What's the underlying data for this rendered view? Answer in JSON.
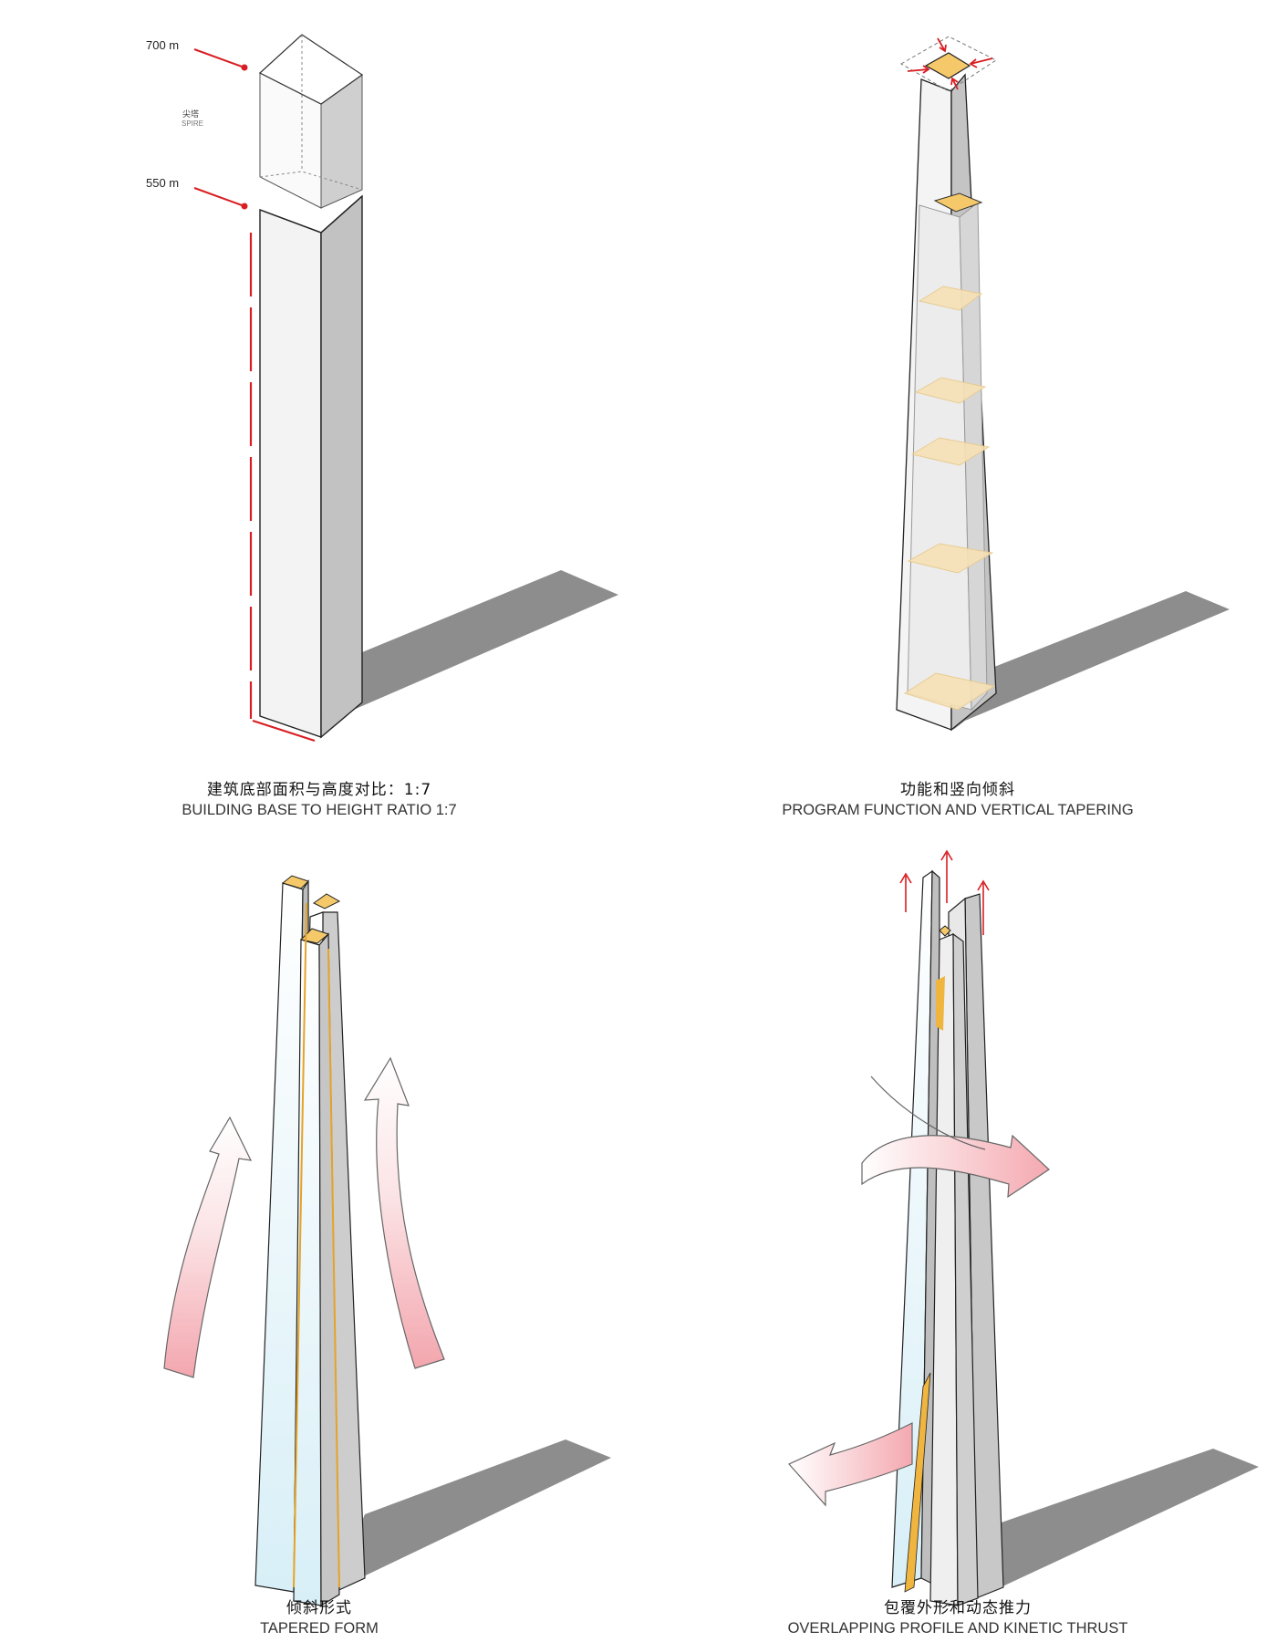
{
  "panels": {
    "p1": {
      "title_cn": "建筑底部面积与高度对比：1:7",
      "title_en": "BUILDING BASE TO HEIGHT RATIO 1:7",
      "label_top": "700 m",
      "label_mid": "550 m",
      "spire_cn": "尖塔",
      "spire_en": "SPIRE"
    },
    "p2": {
      "title_cn": "功能和竖向倾斜",
      "title_en": "PROGRAM FUNCTION AND VERTICAL TAPERING"
    },
    "p3": {
      "title_cn": "倾斜形式",
      "title_en": "TAPERED FORM"
    },
    "p4": {
      "title_cn": "包覆外形和动态推力",
      "title_en": "OVERLAPPING PROFILE AND KINETIC THRUST"
    }
  },
  "colors": {
    "accent_red": "#d81e22",
    "shadow": "#8d8d8d",
    "face_light": "#f1f1f1",
    "face_dark": "#c4c4c4",
    "program_orange": "#f5c96a",
    "glass_blue": "#dff1f7"
  },
  "icons": [
    "dimension-marker-icon",
    "up-arrow-icon",
    "curved-arrow-icon",
    "inward-arrow-icon"
  ]
}
